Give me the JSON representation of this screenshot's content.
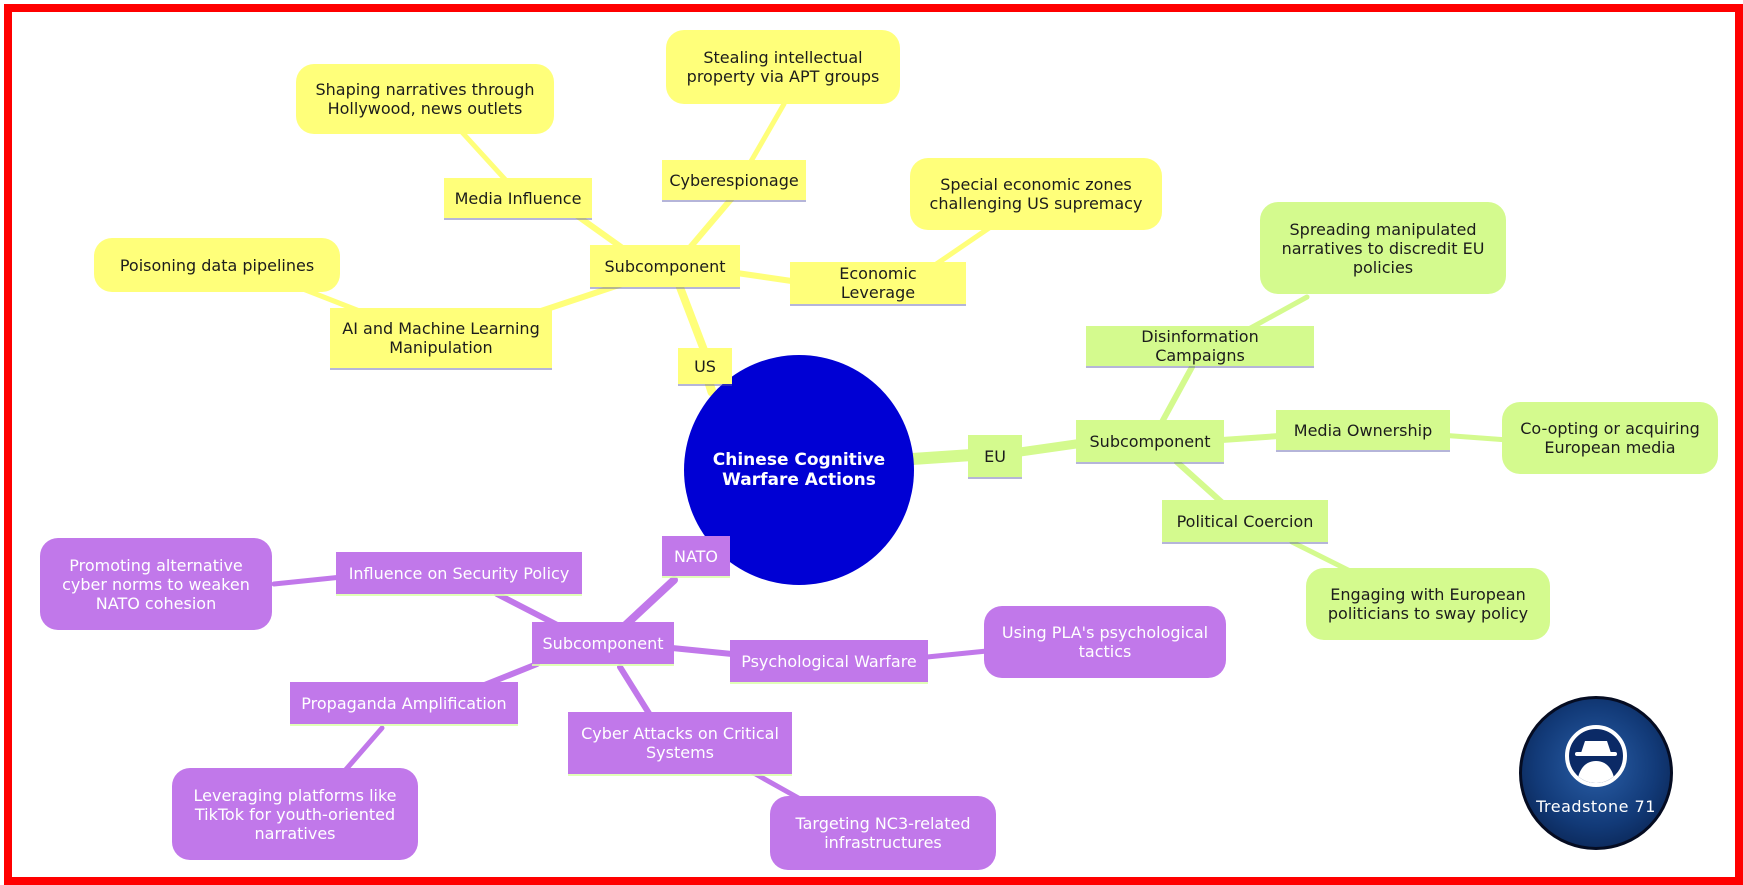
{
  "colors": {
    "us": "#ffff7a",
    "eu": "#d4fa8e",
    "nato": "#c178ea",
    "root": "#0000d4",
    "frame": "#ff0000"
  },
  "root": "Chinese Cognitive Warfare Actions",
  "us": {
    "label": "US",
    "sub": "Subcomponent",
    "media_influence": "Media Influence",
    "media_influence_leaf": "Shaping narratives through Hollywood, news outlets",
    "cyberespionage": "Cyberespionage",
    "cyberespionage_leaf": "Stealing intellectual property via APT groups",
    "economic_leverage": "Economic Leverage",
    "economic_leverage_leaf": "Special economic zones challenging US supremacy",
    "ai_ml": "AI and Machine Learning Manipulation",
    "ai_ml_leaf": "Poisoning data pipelines"
  },
  "eu": {
    "label": "EU",
    "sub": "Subcomponent",
    "disinformation": "Disinformation Campaigns",
    "disinformation_leaf": "Spreading manipulated narratives to discredit EU policies",
    "media_ownership": "Media Ownership",
    "media_ownership_leaf": "Co-opting or acquiring European media",
    "political_coercion": "Political Coercion",
    "political_coercion_leaf": "Engaging with European politicians to sway policy"
  },
  "nato": {
    "label": "NATO",
    "sub": "Subcomponent",
    "security_policy": "Influence on Security Policy",
    "security_policy_leaf": "Promoting alternative cyber norms to weaken NATO cohesion",
    "psych_warfare": "Psychological Warfare",
    "psych_warfare_leaf": "Using PLA's psychological tactics",
    "propaganda": "Propaganda Amplification",
    "propaganda_leaf": "Leveraging platforms like TikTok for youth-oriented narratives",
    "cyber_attacks": "Cyber Attacks on Critical Systems",
    "cyber_attacks_leaf": "Targeting NC3-related infrastructures"
  },
  "logo": {
    "text": "Treadstone 71",
    "icon": "spy-icon"
  }
}
